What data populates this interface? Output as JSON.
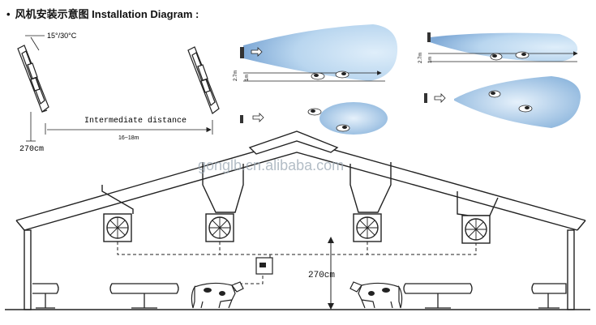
{
  "header": {
    "bullet": "•",
    "title": "风机安装示意图 Installation Diagram :"
  },
  "top_left": {
    "angle_label": "15°/30°C",
    "distance_label": "Intermediate distance",
    "range_label": "16~18m",
    "height_label": "270cm"
  },
  "airflow_panels": {
    "height_label": "2.7m",
    "small_label": "1m"
  },
  "barn": {
    "height_label": "270cm",
    "watermark": "gonglb.cn.alibaba.com"
  }
}
